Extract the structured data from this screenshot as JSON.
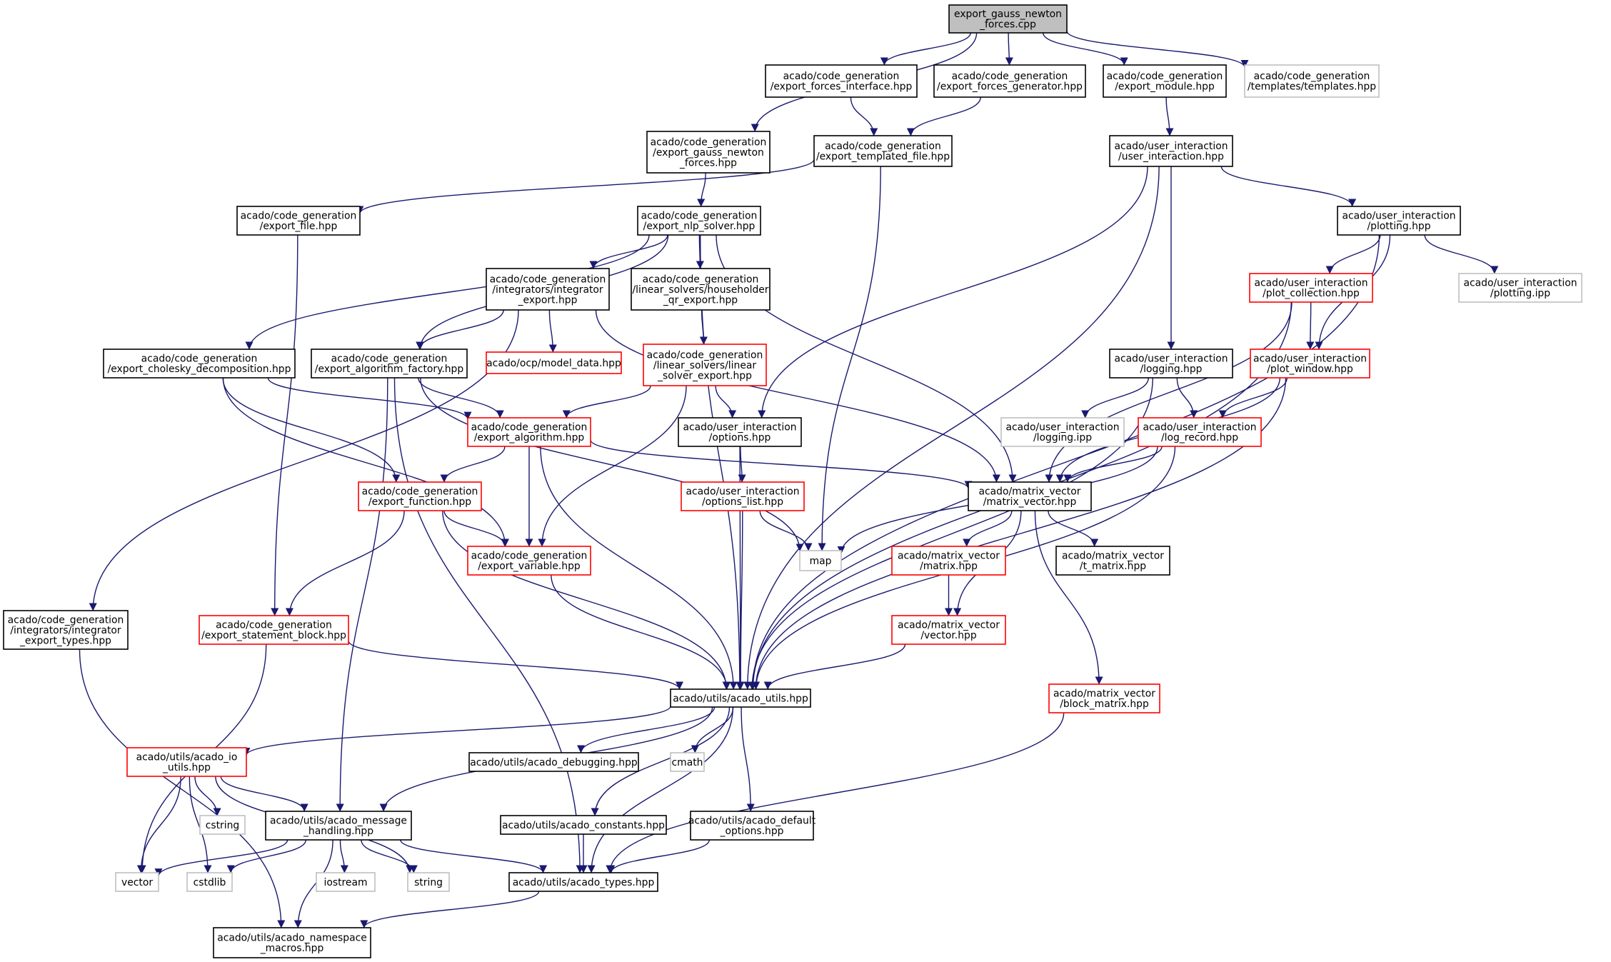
{
  "graph": {
    "colors": {
      "black": "#000000",
      "red": "#ff0000",
      "gray": "#bfbfbf",
      "root_fill": "#bfbfbf",
      "edge": "#191970",
      "text": "#000000"
    },
    "nodes": [
      {
        "id": "root",
        "lines": [
          "export_gauss_newton",
          "_forces.cpp"
        ],
        "style": "root"
      },
      {
        "id": "efi",
        "lines": [
          "acado/code_generation",
          "/export_forces_interface.hpp"
        ],
        "style": "black"
      },
      {
        "id": "efg",
        "lines": [
          "acado/code_generation",
          "/export_forces_generator.hpp"
        ],
        "style": "black"
      },
      {
        "id": "emod",
        "lines": [
          "acado/code_generation",
          "/export_module.hpp"
        ],
        "style": "black"
      },
      {
        "id": "tmpl",
        "lines": [
          "acado/code_generation",
          "/templates/templates.hpp"
        ],
        "style": "gray"
      },
      {
        "id": "egnf",
        "lines": [
          "acado/code_generation",
          "/export_gauss_newton",
          "_forces.hpp"
        ],
        "style": "black"
      },
      {
        "id": "etf",
        "lines": [
          "acado/code_generation",
          "/export_templated_file.hpp"
        ],
        "style": "black"
      },
      {
        "id": "ui",
        "lines": [
          "acado/user_interaction",
          "/user_interaction.hpp"
        ],
        "style": "black"
      },
      {
        "id": "ef",
        "lines": [
          "acado/code_generation",
          "/export_file.hpp"
        ],
        "style": "black"
      },
      {
        "id": "enlp",
        "lines": [
          "acado/code_generation",
          "/export_nlp_solver.hpp"
        ],
        "style": "black"
      },
      {
        "id": "plot",
        "lines": [
          "acado/user_interaction",
          "/plotting.hpp"
        ],
        "style": "black"
      },
      {
        "id": "iexp",
        "lines": [
          "acado/code_generation",
          "/integrators/integrator",
          "_export.hpp"
        ],
        "style": "black"
      },
      {
        "id": "hqr",
        "lines": [
          "acado/code_generation",
          "/linear_solvers/householder",
          "_qr_export.hpp"
        ],
        "style": "black"
      },
      {
        "id": "pcol",
        "lines": [
          "acado/user_interaction",
          "/plot_collection.hpp"
        ],
        "style": "red"
      },
      {
        "id": "pipp",
        "lines": [
          "acado/user_interaction",
          "/plotting.ipp"
        ],
        "style": "gray"
      },
      {
        "id": "echol",
        "lines": [
          "acado/code_generation",
          "/export_cholesky_decomposition.hpp"
        ],
        "style": "black"
      },
      {
        "id": "eaf",
        "lines": [
          "acado/code_generation",
          "/export_algorithm_factory.hpp"
        ],
        "style": "black"
      },
      {
        "id": "omd",
        "lines": [
          "acado/ocp/model_data.hpp"
        ],
        "style": "red"
      },
      {
        "id": "lse",
        "lines": [
          "acado/code_generation",
          "/linear_solvers/linear",
          "_solver_export.hpp"
        ],
        "style": "red"
      },
      {
        "id": "log",
        "lines": [
          "acado/user_interaction",
          "/logging.hpp"
        ],
        "style": "black"
      },
      {
        "id": "pwin",
        "lines": [
          "acado/user_interaction",
          "/plot_window.hpp"
        ],
        "style": "red"
      },
      {
        "id": "ealg",
        "lines": [
          "acado/code_generation",
          "/export_algorithm.hpp"
        ],
        "style": "red"
      },
      {
        "id": "opt",
        "lines": [
          "acado/user_interaction",
          "/options.hpp"
        ],
        "style": "black"
      },
      {
        "id": "lipp",
        "lines": [
          "acado/user_interaction",
          "/logging.ipp"
        ],
        "style": "gray"
      },
      {
        "id": "lrec",
        "lines": [
          "acado/user_interaction",
          "/log_record.hpp"
        ],
        "style": "red"
      },
      {
        "id": "efun",
        "lines": [
          "acado/code_generation",
          "/export_function.hpp"
        ],
        "style": "red"
      },
      {
        "id": "olist",
        "lines": [
          "acado/user_interaction",
          "/options_list.hpp"
        ],
        "style": "red"
      },
      {
        "id": "mv",
        "lines": [
          "acado/matrix_vector",
          "/matrix_vector.hpp"
        ],
        "style": "black"
      },
      {
        "id": "evar",
        "lines": [
          "acado/code_generation",
          "/export_variable.hpp"
        ],
        "style": "red"
      },
      {
        "id": "map",
        "lines": [
          "map"
        ],
        "style": "gray"
      },
      {
        "id": "mat",
        "lines": [
          "acado/matrix_vector",
          "/matrix.hpp"
        ],
        "style": "red"
      },
      {
        "id": "tmat",
        "lines": [
          "acado/matrix_vector",
          "/t_matrix.hpp"
        ],
        "style": "black"
      },
      {
        "id": "iet",
        "lines": [
          "acado/code_generation",
          "/integrators/integrator",
          "_export_types.hpp"
        ],
        "style": "black"
      },
      {
        "id": "esb",
        "lines": [
          "acado/code_generation",
          "/export_statement_block.hpp"
        ],
        "style": "red"
      },
      {
        "id": "vec",
        "lines": [
          "acado/matrix_vector",
          "/vector.hpp"
        ],
        "style": "red"
      },
      {
        "id": "au",
        "lines": [
          "acado/utils/acado_utils.hpp"
        ],
        "style": "black"
      },
      {
        "id": "bmat",
        "lines": [
          "acado/matrix_vector",
          "/block_matrix.hpp"
        ],
        "style": "red"
      },
      {
        "id": "aio",
        "lines": [
          "acado/utils/acado_io",
          "_utils.hpp"
        ],
        "style": "red"
      },
      {
        "id": "adbg",
        "lines": [
          "acado/utils/acado_debugging.hpp"
        ],
        "style": "black"
      },
      {
        "id": "cmath",
        "lines": [
          "cmath"
        ],
        "style": "gray"
      },
      {
        "id": "cstring",
        "lines": [
          "cstring"
        ],
        "style": "gray"
      },
      {
        "id": "amh",
        "lines": [
          "acado/utils/acado_message",
          "_handling.hpp"
        ],
        "style": "black"
      },
      {
        "id": "acon",
        "lines": [
          "acado/utils/acado_constants.hpp"
        ],
        "style": "black"
      },
      {
        "id": "adef",
        "lines": [
          "acado/utils/acado_default",
          "_options.hpp"
        ],
        "style": "black"
      },
      {
        "id": "vector",
        "lines": [
          "vector"
        ],
        "style": "gray"
      },
      {
        "id": "cstdlib",
        "lines": [
          "cstdlib"
        ],
        "style": "gray"
      },
      {
        "id": "iostream",
        "lines": [
          "iostream"
        ],
        "style": "gray"
      },
      {
        "id": "string",
        "lines": [
          "string"
        ],
        "style": "gray"
      },
      {
        "id": "atyp",
        "lines": [
          "acado/utils/acado_types.hpp"
        ],
        "style": "black"
      },
      {
        "id": "ans",
        "lines": [
          "acado/utils/acado_namespace",
          "_macros.hpp"
        ],
        "style": "black"
      }
    ],
    "edges": [
      [
        "root",
        "efi"
      ],
      [
        "root",
        "efg"
      ],
      [
        "root",
        "emod"
      ],
      [
        "root",
        "tmpl"
      ],
      [
        "root",
        "egnf"
      ],
      [
        "efi",
        "etf"
      ],
      [
        "efg",
        "etf"
      ],
      [
        "emod",
        "ui"
      ],
      [
        "egnf",
        "enlp"
      ],
      [
        "etf",
        "ef"
      ],
      [
        "etf",
        "map"
      ],
      [
        "ui",
        "plot"
      ],
      [
        "ui",
        "log"
      ],
      [
        "ui",
        "opt"
      ],
      [
        "ui",
        "au"
      ],
      [
        "ef",
        "esb"
      ],
      [
        "enlp",
        "iexp"
      ],
      [
        "enlp",
        "hqr"
      ],
      [
        "enlp",
        "echol"
      ],
      [
        "enlp",
        "eaf"
      ],
      [
        "enlp",
        "mv"
      ],
      [
        "enlp",
        "au"
      ],
      [
        "plot",
        "pcol"
      ],
      [
        "plot",
        "pipp"
      ],
      [
        "plot",
        "pwin"
      ],
      [
        "plot",
        "au"
      ],
      [
        "iexp",
        "iet"
      ],
      [
        "iexp",
        "eaf"
      ],
      [
        "iexp",
        "omd"
      ],
      [
        "iexp",
        "mv"
      ],
      [
        "hqr",
        "lse"
      ],
      [
        "pcol",
        "pwin"
      ],
      [
        "pcol",
        "mv"
      ],
      [
        "pcol",
        "au"
      ],
      [
        "echol",
        "ealg"
      ],
      [
        "echol",
        "efun"
      ],
      [
        "echol",
        "evar"
      ],
      [
        "eaf",
        "ealg"
      ],
      [
        "eaf",
        "map"
      ],
      [
        "eaf",
        "amh"
      ],
      [
        "eaf",
        "atyp"
      ],
      [
        "lse",
        "ealg"
      ],
      [
        "lse",
        "opt"
      ],
      [
        "lse",
        "evar"
      ],
      [
        "log",
        "lipp"
      ],
      [
        "log",
        "lrec"
      ],
      [
        "log",
        "au"
      ],
      [
        "pwin",
        "lrec"
      ],
      [
        "pwin",
        "mv"
      ],
      [
        "pwin",
        "au"
      ],
      [
        "ealg",
        "efun"
      ],
      [
        "ealg",
        "evar"
      ],
      [
        "ealg",
        "mv"
      ],
      [
        "ealg",
        "au"
      ],
      [
        "opt",
        "olist"
      ],
      [
        "opt",
        "au"
      ],
      [
        "lrec",
        "mv"
      ],
      [
        "lrec",
        "map"
      ],
      [
        "lrec",
        "au"
      ],
      [
        "efun",
        "evar"
      ],
      [
        "efun",
        "esb"
      ],
      [
        "efun",
        "au"
      ],
      [
        "olist",
        "map"
      ],
      [
        "olist",
        "au"
      ],
      [
        "mv",
        "mat"
      ],
      [
        "mv",
        "tmat"
      ],
      [
        "mv",
        "vec"
      ],
      [
        "mv",
        "bmat"
      ],
      [
        "evar",
        "au"
      ],
      [
        "mat",
        "vec"
      ],
      [
        "iet",
        "ans"
      ],
      [
        "esb",
        "au"
      ],
      [
        "esb",
        "vector"
      ],
      [
        "vec",
        "au"
      ],
      [
        "au",
        "aio"
      ],
      [
        "au",
        "adbg"
      ],
      [
        "au",
        "cmath"
      ],
      [
        "au",
        "amh"
      ],
      [
        "au",
        "acon"
      ],
      [
        "au",
        "adef"
      ],
      [
        "au",
        "atyp"
      ],
      [
        "bmat",
        "atyp"
      ],
      [
        "aio",
        "cstring"
      ],
      [
        "aio",
        "amh"
      ],
      [
        "aio",
        "vector"
      ],
      [
        "aio",
        "cstdlib"
      ],
      [
        "aio",
        "string"
      ],
      [
        "amh",
        "vector"
      ],
      [
        "amh",
        "cstdlib"
      ],
      [
        "amh",
        "iostream"
      ],
      [
        "amh",
        "string"
      ],
      [
        "amh",
        "atyp"
      ],
      [
        "amh",
        "ans"
      ],
      [
        "acon",
        "atyp"
      ],
      [
        "adef",
        "atyp"
      ],
      [
        "atyp",
        "ans"
      ]
    ]
  }
}
